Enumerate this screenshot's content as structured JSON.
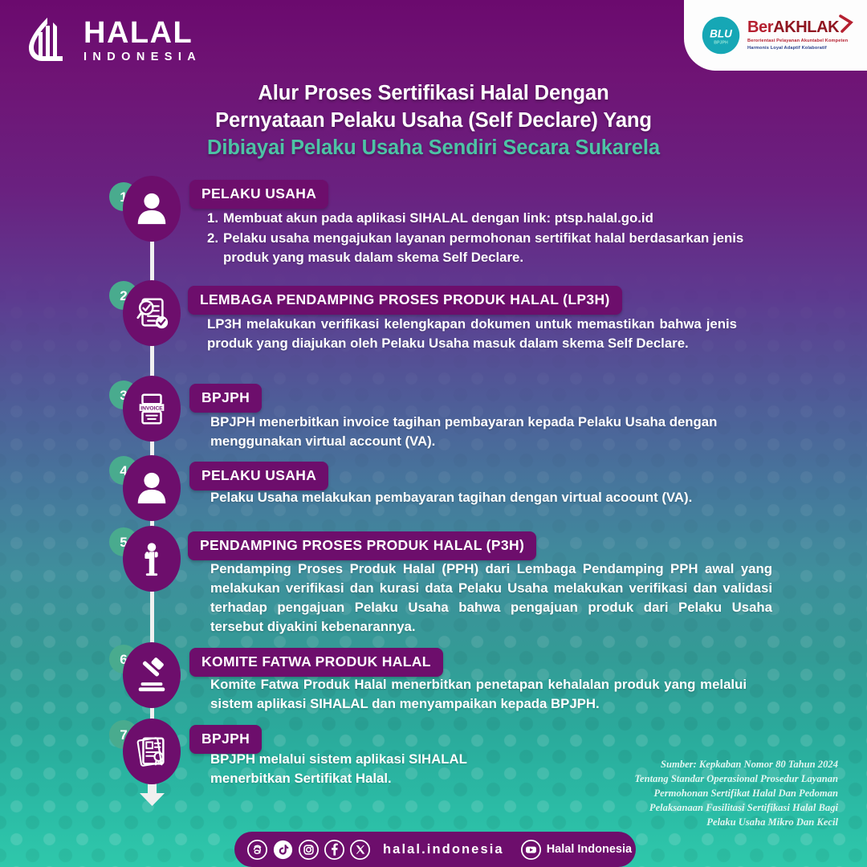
{
  "brand": {
    "logo_icon": "halal-indonesia-mark",
    "name_line1": "HALAL",
    "name_line2": "INDONESIA"
  },
  "badge_panel": {
    "blu_logo_text": "BLU",
    "blu_logo_sub": "BPJPH",
    "berakhlak_prefix": "Ber",
    "berakhlak_suffix": "AKHLAK",
    "berakhlak_sub_line1": "Berorientasi Pelayanan Akuntabel Kompeten",
    "berakhlak_sub_line2": "Harmonis Loyal Adaptif Kolaboratif"
  },
  "title": {
    "line1": "Alur Proses Sertifikasi Halal Dengan",
    "line2": "Pernyataan Pelaku Usaha (Self Declare) Yang",
    "line3_accent": "Dibiayai Pelaku Usaha Sendiri Secara Sukarela"
  },
  "steps": [
    {
      "number": "1",
      "icon": "person-icon",
      "tag": "PELAKU USAHA",
      "list": [
        "Membuat akun pada aplikasi SIHALAL dengan link: ptsp.halal.go.id",
        "Pelaku usaha mengajukan layanan permohonan sertifikat halal berdasarkan jenis produk yang masuk dalam skema Self Declare."
      ]
    },
    {
      "number": "2",
      "icon": "document-check-icon",
      "tag": "LEMBAGA PENDAMPING PROSES PRODUK HALAL (LP3H)",
      "text": "LP3H melakukan verifikasi kelengkapan dokumen untuk memastikan bahwa jenis produk yang diajukan oleh Pelaku Usaha masuk dalam skema Self Declare."
    },
    {
      "number": "3",
      "icon": "invoice-icon",
      "tag": "BPJPH",
      "text": "BPJPH menerbitkan invoice tagihan pembayaran kepada Pelaku Usaha dengan menggunakan virtual account (VA)."
    },
    {
      "number": "4",
      "icon": "person-icon",
      "tag": "PELAKU USAHA",
      "text": "Pelaku Usaha melakukan pembayaran tagihan dengan virtual acoount (VA)."
    },
    {
      "number": "5",
      "icon": "companion-person-icon",
      "tag": "PENDAMPING PROSES PRODUK HALAL (P3H)",
      "text": "Pendamping Proses Produk Halal (PPH) dari Lembaga Pendamping PPH awal yang melakukan verifikasi dan kurasi data Pelaku Usaha melakukan verifikasi dan validasi terhadap pengajuan Pelaku Usaha bahwa pengajuan produk dari Pelaku Usaha tersebut diyakini kebenarannya."
    },
    {
      "number": "6",
      "icon": "gavel-icon",
      "tag": "KOMITE FATWA PRODUK HALAL",
      "text": "Komite Fatwa Produk Halal menerbitkan penetapan kehalalan produk yang melalui sistem aplikasi SIHALAL dan menyampaikan kepada BPJPH."
    },
    {
      "number": "7",
      "icon": "certificate-icon",
      "tag": "BPJPH",
      "text": "BPJPH melalui sistem aplikasi SIHALAL menerbitkan Sertifikat Halal."
    }
  ],
  "source": {
    "line1": "Sumber: Kepkaban Nomor 80 Tahun 2024",
    "line2": "Tentang Standar Operasional Prosedur Layanan",
    "line3": "Permohonan Sertifikat Halal Dan Pedoman",
    "line4": "Pelaksanaan Fasilitasi Sertifikasi Halal Bagi",
    "line5": "Pelaku Usaha Mikro Dan Kecil"
  },
  "footer": {
    "social_icons": [
      "threads-icon",
      "tiktok-icon",
      "instagram-icon",
      "facebook-icon",
      "x-twitter-icon"
    ],
    "handle": "halal.indonesia",
    "youtube_icon": "youtube-icon",
    "youtube_label": "Halal Indonesia"
  },
  "colors": {
    "purple": "#6d0e6c",
    "green_badge": "#49ab8e",
    "title_accent": "#4dc3a5",
    "white": "#ffffff"
  }
}
